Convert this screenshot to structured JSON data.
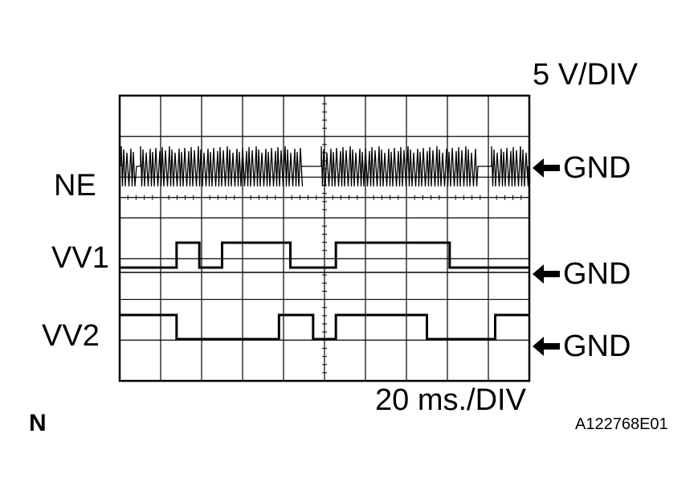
{
  "scale": {
    "volts_per_div": "5 V/DIV",
    "time_per_div": "20 ms./DIV"
  },
  "channels": [
    {
      "name": "NE",
      "ground": "GND"
    },
    {
      "name": "VV1",
      "ground": "GND"
    },
    {
      "name": "VV2",
      "ground": "GND"
    }
  ],
  "corner_mark": "N",
  "figure_id": "A122768E01",
  "signals": {
    "vv1_levels": [
      0,
      0,
      0,
      0,
      0,
      1,
      1,
      0,
      0,
      1,
      1,
      1,
      1,
      1,
      1,
      0,
      0,
      0,
      0,
      1,
      1,
      1,
      1,
      1,
      1,
      1,
      1,
      1,
      1,
      0,
      0,
      0,
      0,
      0,
      0,
      0
    ],
    "vv2_levels": [
      1,
      1,
      1,
      1,
      1,
      0,
      0,
      0,
      0,
      0,
      0,
      0,
      0,
      0,
      1,
      1,
      1,
      0,
      0,
      1,
      1,
      1,
      1,
      1,
      1,
      1,
      1,
      0,
      0,
      0,
      0,
      0,
      0,
      1,
      1,
      1
    ]
  }
}
